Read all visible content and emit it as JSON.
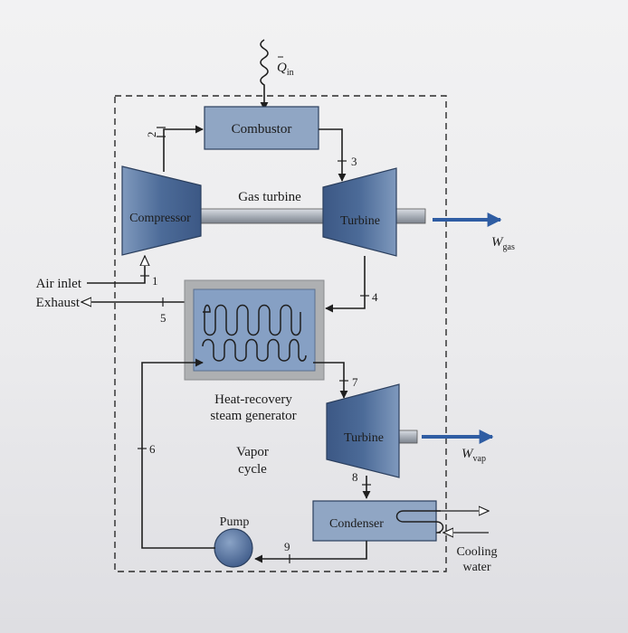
{
  "figure": {
    "heat_in": {
      "symbol": "Q",
      "subscript": "in"
    },
    "components": {
      "combustor": "Combustor",
      "compressor": "Compressor",
      "gas_turbine_label": "Gas turbine",
      "gas_turbine": "Turbine",
      "hrsg_line1": "Heat-recovery",
      "hrsg_line2": "steam generator",
      "vapor_line1": "Vapor",
      "vapor_line2": "cycle",
      "vapor_turbine": "Turbine",
      "condenser": "Condenser",
      "pump": "Pump"
    },
    "streams": {
      "air_inlet": "Air inlet",
      "exhaust": "Exhaust",
      "cooling_line1": "Cooling",
      "cooling_line2": "water"
    },
    "work": {
      "gas": {
        "symbol": "W",
        "subscript": "gas"
      },
      "vap": {
        "symbol": "W",
        "subscript": "vap"
      }
    },
    "states": [
      "1",
      "2",
      "3",
      "4",
      "5",
      "6",
      "7",
      "8",
      "9"
    ],
    "colors": {
      "component_fill": "#4f6f9b",
      "combustor_fill": "#90a6c4",
      "hrsg_outer": "#aeb0b2",
      "hrsg_inner": "#86a0c4",
      "work_arrow": "#2f5da3",
      "line": "#1f1f1f"
    }
  }
}
